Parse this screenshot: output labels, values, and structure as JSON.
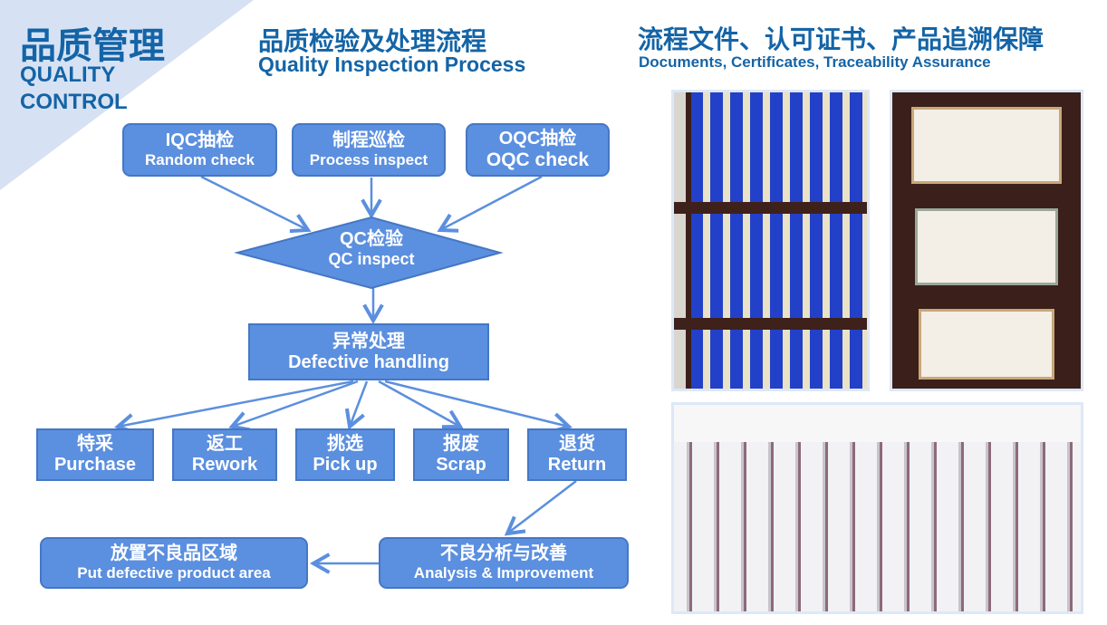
{
  "brand": {
    "title_cn": "品质管理",
    "title_en_1": "QUALITY",
    "title_en_2": "CONTROL"
  },
  "process": {
    "heading_cn": "品质检验及处理流程",
    "heading_en": "Quality Inspection Process",
    "nodes": {
      "iqc": {
        "cn": "IQC抽检",
        "en": "Random check"
      },
      "process": {
        "cn": "制程巡检",
        "en": "Process inspect"
      },
      "oqc": {
        "cn": "OQC抽检",
        "en": "OQC check"
      },
      "qc": {
        "cn": "QC检验",
        "en": "QC inspect"
      },
      "defective": {
        "cn": "异常处理",
        "en": "Defective handling"
      },
      "purchase": {
        "cn": "特采",
        "en": "Purchase"
      },
      "rework": {
        "cn": "返工",
        "en": "Rework"
      },
      "pickup": {
        "cn": "挑选",
        "en": "Pick up"
      },
      "scrap": {
        "cn": "报废",
        "en": "Scrap"
      },
      "return": {
        "cn": "退货",
        "en": "Return"
      },
      "analysis": {
        "cn": "不良分析与改善",
        "en": "Analysis & Improvement"
      },
      "area": {
        "cn": "放置不良品区域",
        "en": "Put defective product area"
      }
    }
  },
  "docs": {
    "heading_cn": "流程文件、认可证书、产品追溯保障",
    "heading_en": "Documents, Certificates, Traceability Assurance"
  },
  "colors": {
    "brand": "#1464a6",
    "node": "#5b8fdf",
    "triangle": "#d6e2f4"
  }
}
